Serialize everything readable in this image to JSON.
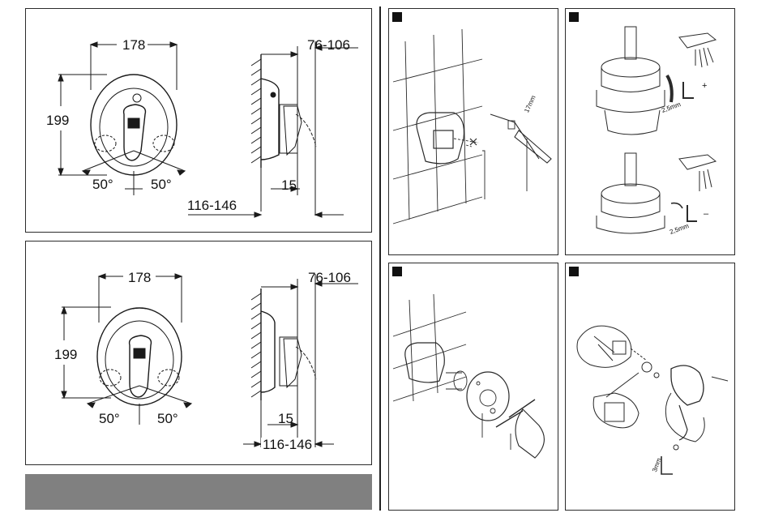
{
  "panels": {
    "top": {
      "width_label": "178",
      "height_label": "199",
      "angle_left": "50°",
      "angle_right": "50°",
      "depth_label": "76-106",
      "offset_label": "15",
      "range_label": "116-146"
    },
    "bottom": {
      "width_label": "178",
      "height_label": "199",
      "angle_left": "50°",
      "angle_right": "50°",
      "depth_label": "76-106",
      "offset_label": "15",
      "range_label": "116-146"
    }
  },
  "steps": {
    "step1": {
      "tool_label": "17mm"
    },
    "step2": {
      "hex_plus_label": "2,5mm",
      "hex_minus_label": "2,5mm",
      "plus_sign": "+",
      "minus_sign": "–"
    },
    "step4": {
      "hex_label": "3mm"
    }
  },
  "colors": {
    "line": "#1a1a1a",
    "grey_bar": "#808080",
    "panel_border": "#2b2b2b"
  }
}
